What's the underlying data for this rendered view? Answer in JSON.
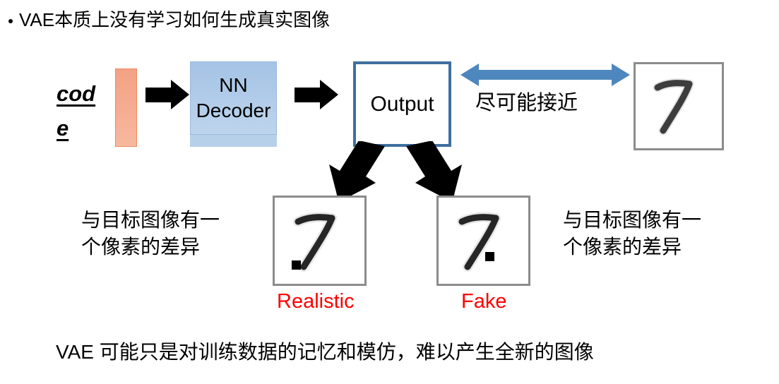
{
  "slide": {
    "bullet_title": "VAE本质上没有学习如何生成真实图像",
    "bottom_caption": "VAE 可能只是对训练数据的记忆和模仿，难以产生全新的图像"
  },
  "diagram": {
    "code_label": {
      "line1": "cod",
      "line2": "e"
    },
    "latent_bar": {
      "fill_top": "#f3a184",
      "fill_bottom": "#f7b89e",
      "border": "#ec8b62"
    },
    "decoder_box": {
      "line1": "NN",
      "line2": "Decoder",
      "fill_top": "#a5c3e5",
      "fill_bottom": "#bdd4ed"
    },
    "output_box": {
      "label": "Output",
      "border_color": "#3f6f9f",
      "fill": "#ffffff"
    },
    "comparison_arrow": {
      "label": "尽可能接近",
      "color": "#4e87be",
      "icon": "double-headed-arrow-icon"
    },
    "flow_arrows": {
      "code_to_decoder": "right-arrow-icon",
      "decoder_to_output": "right-arrow-icon",
      "output_to_realistic": "down-left-arrow-icon",
      "output_to_fake": "down-right-arrow-icon",
      "color": "#000000"
    },
    "digits": [
      {
        "name": "target-digit",
        "value": "7",
        "caption": "",
        "caption_color": "",
        "noise_pixel": "none"
      },
      {
        "name": "realistic-digit",
        "value": "7",
        "caption": "Realistic",
        "caption_color": "#ff0000",
        "noise_pixel": "bottom-left"
      },
      {
        "name": "fake-digit",
        "value": "7",
        "caption": "Fake",
        "caption_color": "#ff0000",
        "noise_pixel": "middle-right"
      }
    ],
    "annotations": {
      "left_note_line1": "与目标图像有一",
      "left_note_line2": "个像素的差异",
      "right_note_line1": "与目标图像有一",
      "right_note_line2": "个像素的差异"
    }
  }
}
